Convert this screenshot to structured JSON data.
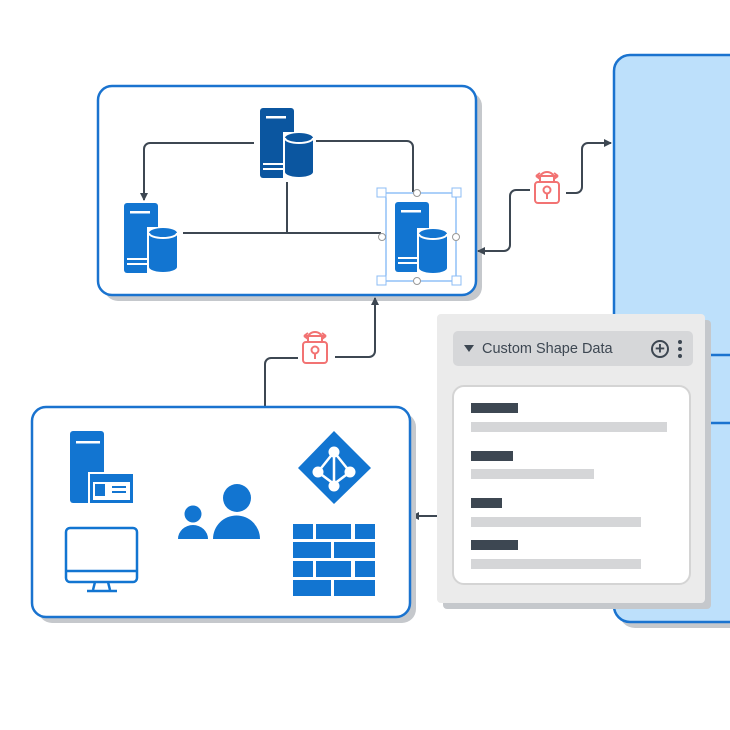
{
  "panel": {
    "title": "Custom Shape Data",
    "collapse_icon": "triangle-down-icon",
    "add_icon": "plus-circle-icon",
    "more_icon": "more-vertical-icon",
    "fields": [
      {
        "key_fill": 0.2,
        "value_fill": 0.83
      },
      {
        "key_fill": 0.18,
        "value_fill": 0.52
      },
      {
        "key_fill": 0.13,
        "value_fill": 0.72
      },
      {
        "key_fill": 0.2,
        "value_fill": 0.72
      }
    ]
  },
  "colors": {
    "accent": "#1a73cf",
    "server_dark": "#0b56a0",
    "server": "#1275d1",
    "lock": "#f27373",
    "connector": "#3d4752",
    "right_panel_fill": "#bde0fb"
  }
}
